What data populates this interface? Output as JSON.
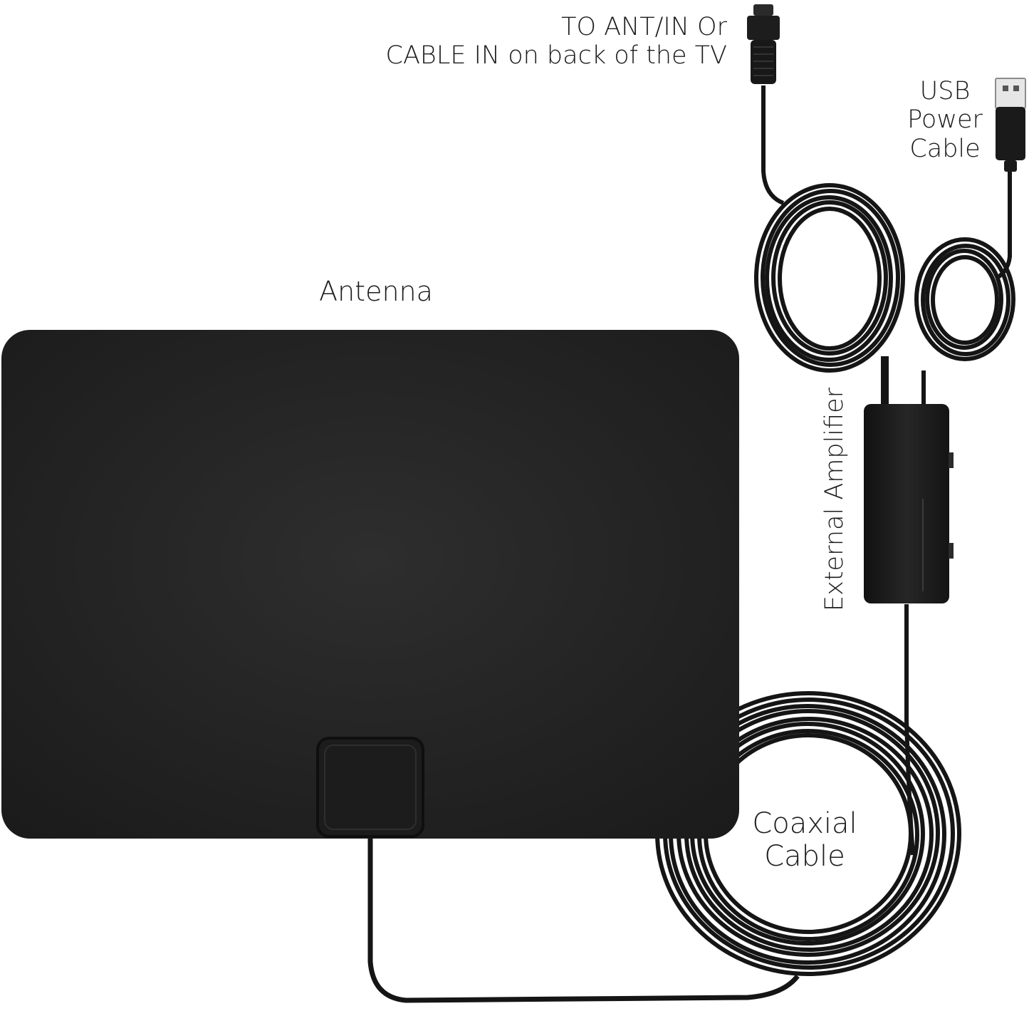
{
  "labels": {
    "tv_connector": [
      "TO ANT/IN Or",
      "CABLE IN on back of the TV"
    ],
    "usb_power_cable": [
      "USB",
      "Power",
      "Cable"
    ],
    "antenna": "Antenna",
    "external_amplifier": "External Amplifier",
    "coaxial_cable": [
      "Coaxial",
      "Cable"
    ]
  },
  "colors": {
    "background": "#ffffff",
    "device": "#1f1f1f",
    "cable": "#151515",
    "text": "#1c1c1c"
  }
}
